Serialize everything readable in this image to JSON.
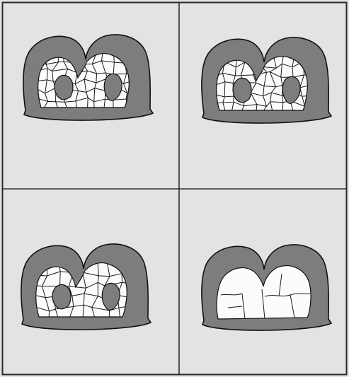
{
  "figure": {
    "background": "#e3e3e3",
    "frame_color": "#2a2a2a",
    "divider_color": "#2f2f2f",
    "shell_fill": "#7d7d7d",
    "shell_stroke": "#111111",
    "cavity_fill": "#fbfbfb",
    "cell_stroke": "#1a1a1a"
  },
  "panels": [
    {
      "id": "top-left",
      "cell_density": "fine"
    },
    {
      "id": "top-right",
      "cell_density": "fine"
    },
    {
      "id": "bottom-left",
      "cell_density": "medium"
    },
    {
      "id": "bottom-right",
      "cell_density": "coarse"
    }
  ]
}
